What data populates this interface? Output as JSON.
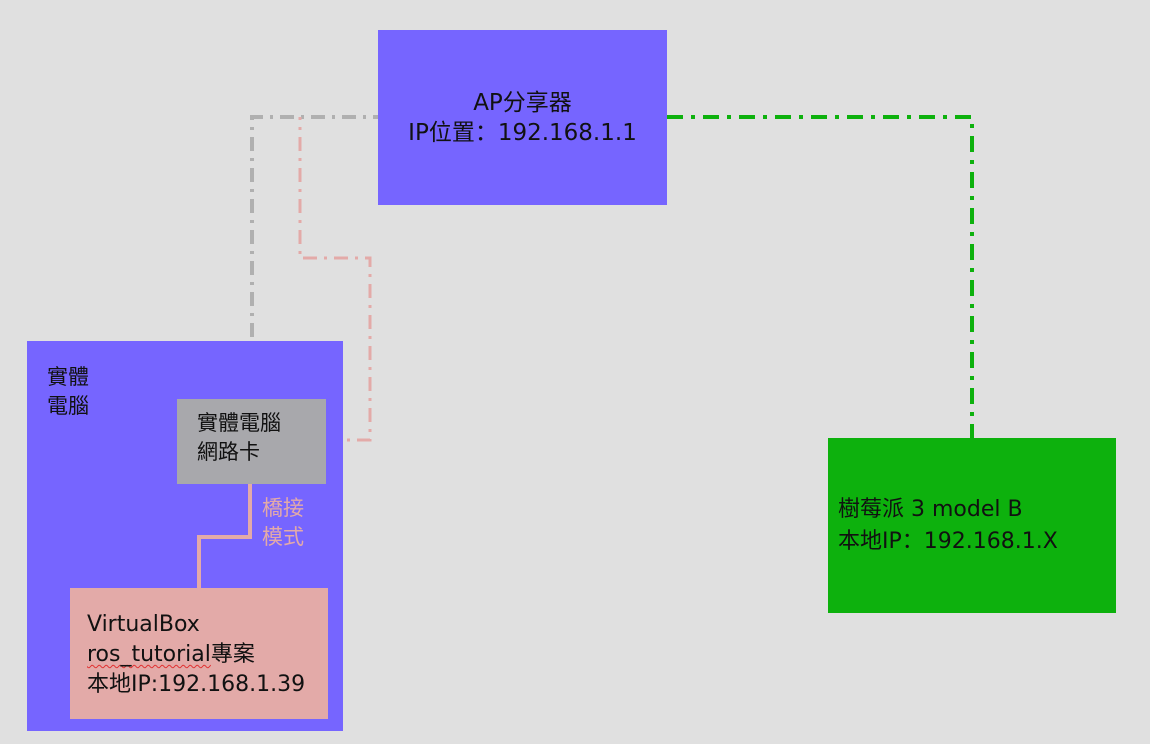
{
  "ap": {
    "line1": "AP分享器",
    "line2": "IP位置：192.168.1.1"
  },
  "pc": {
    "line1": "實體",
    "line2": "電腦"
  },
  "nic": {
    "line1": "實體電腦",
    "line2": "網路卡"
  },
  "bridge": {
    "line1": "橋接",
    "line2": "模式"
  },
  "vm": {
    "line1": "VirtualBox",
    "line2_project": "ros_tutorial",
    "line2_suffix": "專案",
    "line3": "本地IP:192.168.1.39"
  },
  "rpi": {
    "line1": "樹莓派 3 model B",
    "line2": "本地IP：192.168.1.X"
  },
  "colors": {
    "node_blue": "#7665ff",
    "nic_gray": "#a8a8ac",
    "vm_pink": "#e3aaa8",
    "rpi_green": "#0db10d",
    "link_gray": "#b0b0b0",
    "link_pink": "#e3aaa8",
    "link_green": "#0db10d"
  }
}
